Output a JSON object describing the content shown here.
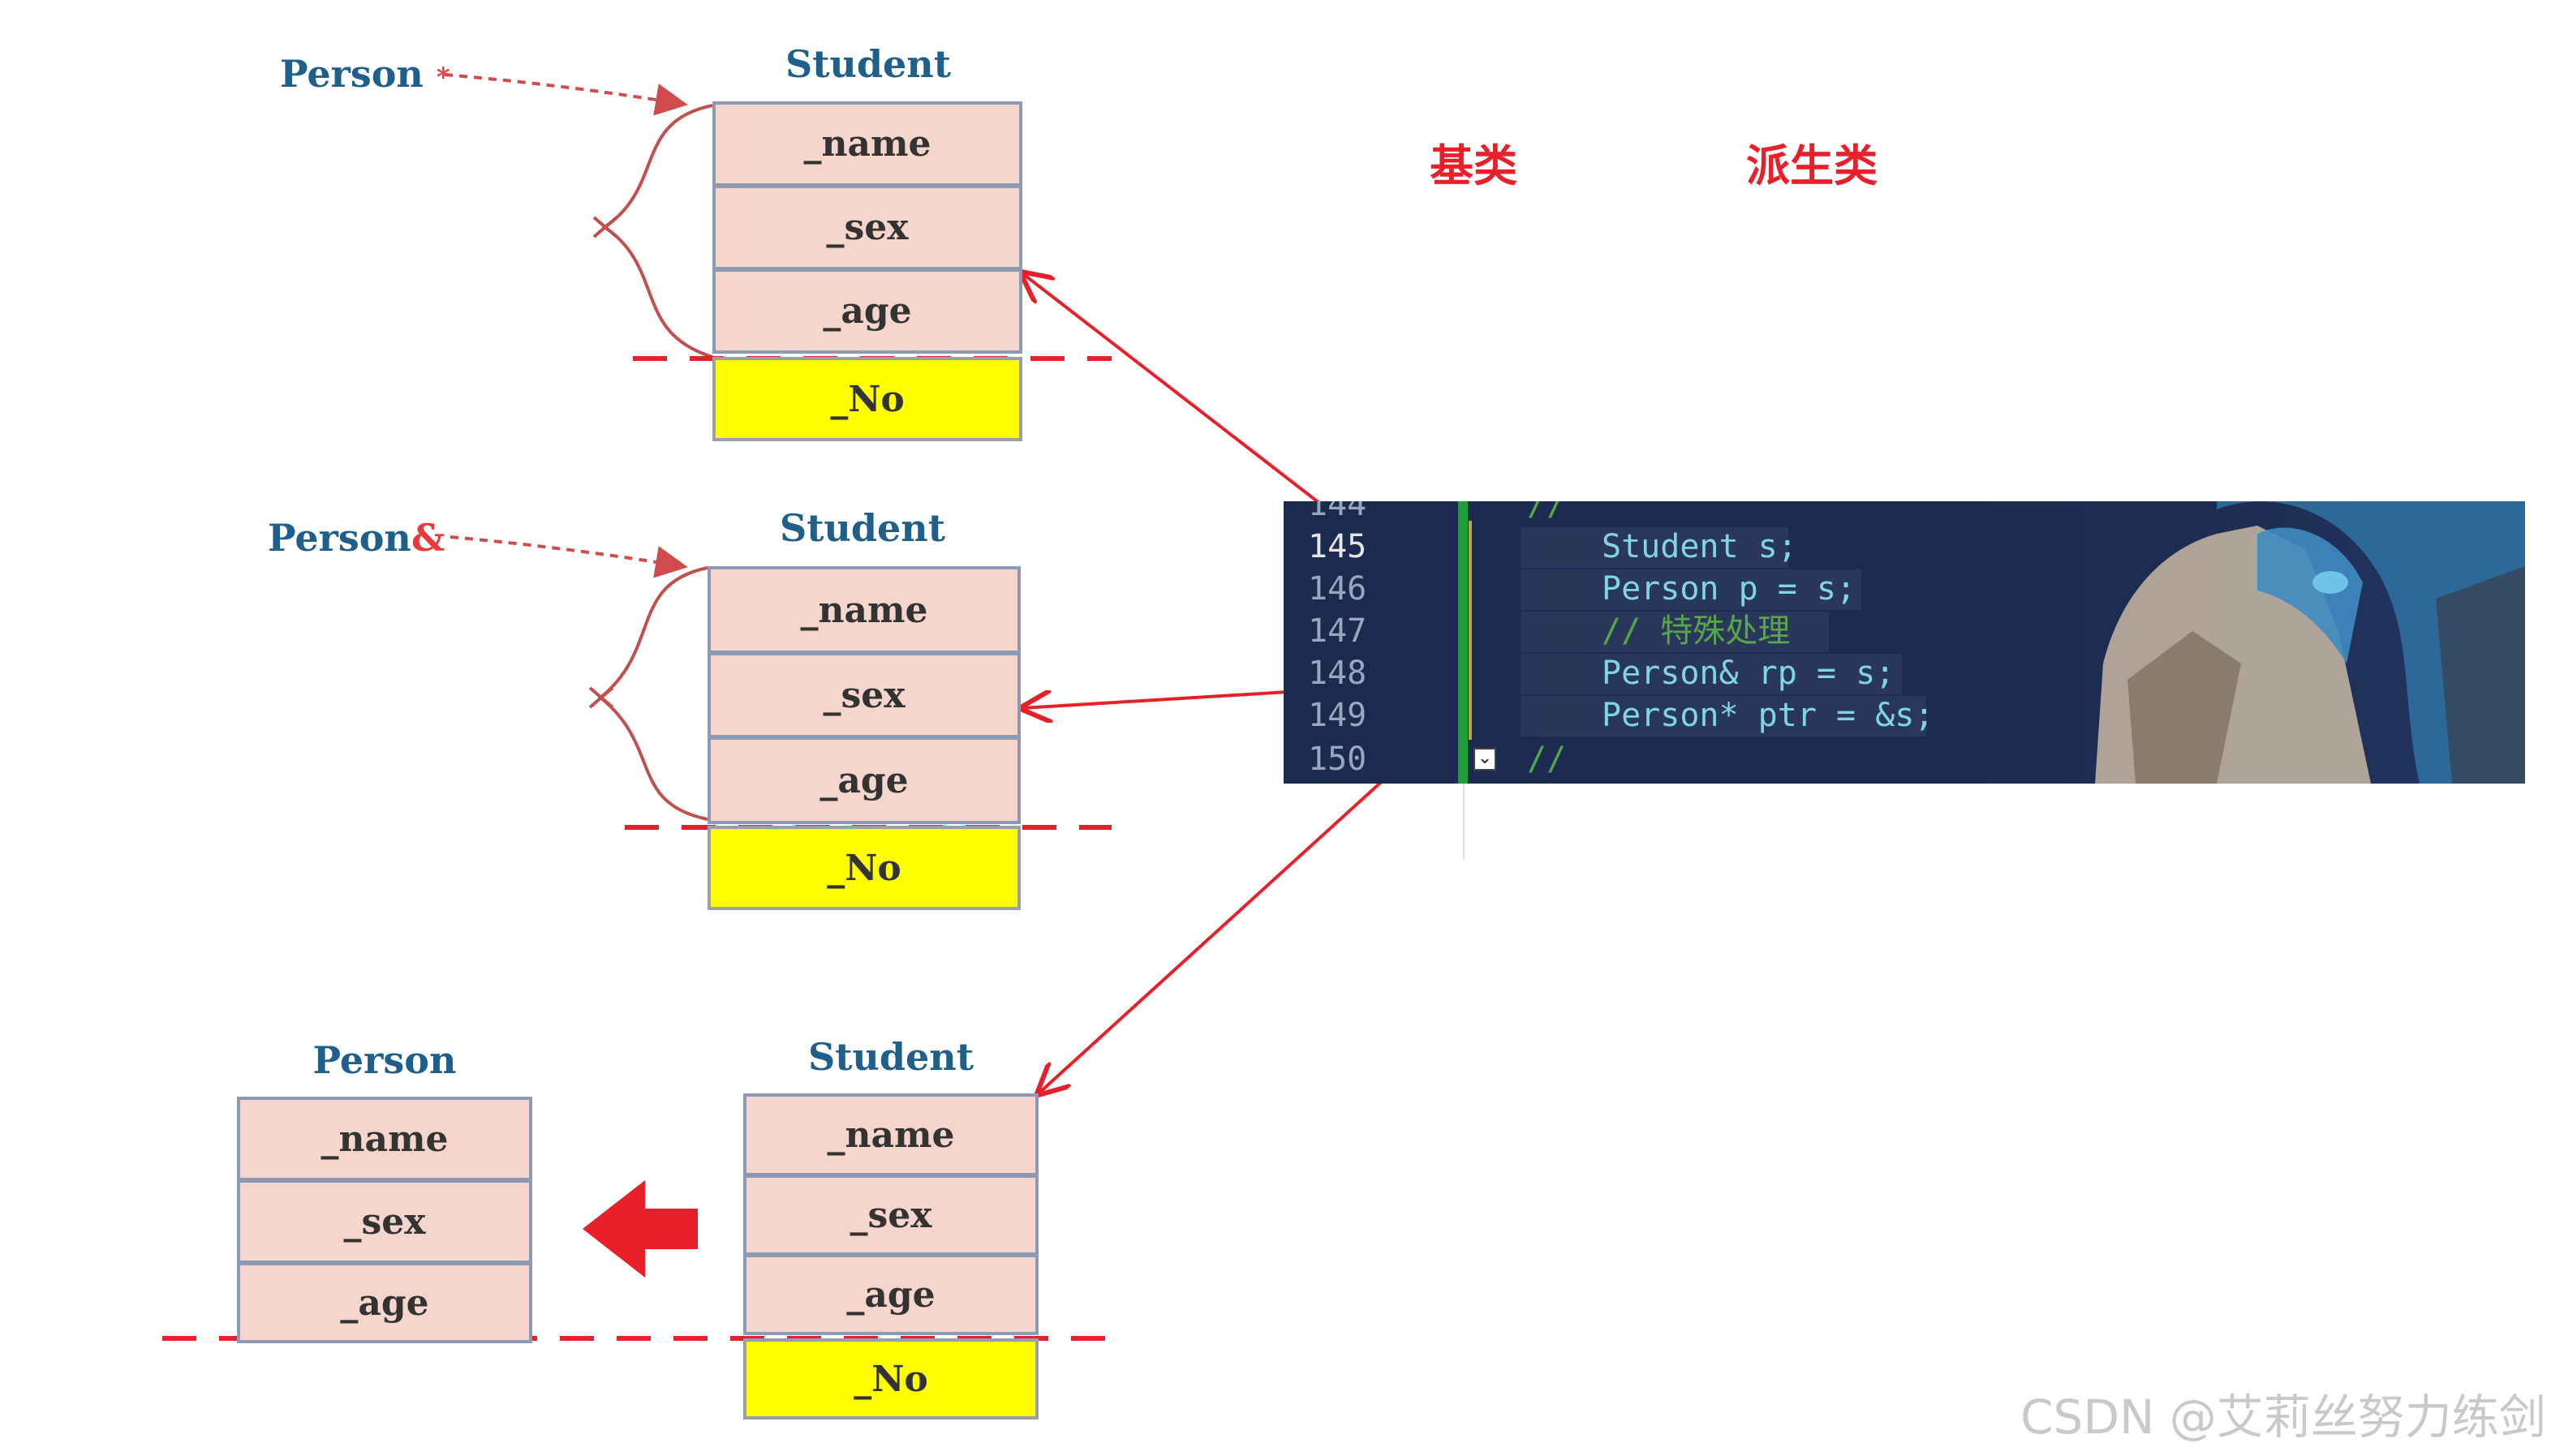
{
  "diagram": {
    "block1": {
      "pointer_label": "Person",
      "pointer_symbol": "*",
      "title": "Student",
      "fields": [
        "_name",
        "_sex",
        "_age"
      ],
      "derived_field": "_No"
    },
    "block2": {
      "pointer_label": "Person",
      "pointer_symbol": "&",
      "title": "Student",
      "fields": [
        "_name",
        "_sex",
        "_age"
      ],
      "derived_field": "_No"
    },
    "block3": {
      "person_title": "Person",
      "person_fields": [
        "_name",
        "_sex",
        "_age"
      ],
      "title": "Student",
      "fields": [
        "_name",
        "_sex",
        "_age"
      ],
      "derived_field": "_No"
    },
    "labels": {
      "base_class": "基类",
      "derived_class": "派生类"
    },
    "colors": {
      "arrow": "#e8202a",
      "base_cell": "#f6d5cc",
      "derived_cell": "#ffff00",
      "title": "#1f5f8b"
    }
  },
  "code": {
    "lines": [
      {
        "num": "144",
        "text": "//"
      },
      {
        "num": "145",
        "text": "Student s;"
      },
      {
        "num": "146",
        "text": "Person p = s;"
      },
      {
        "num": "147",
        "text": "// 特殊处理"
      },
      {
        "num": "148",
        "text": "Person& rp = s;"
      },
      {
        "num": "149",
        "text": "Person* ptr = &s;"
      },
      {
        "num": "150",
        "text": "//"
      }
    ],
    "fold_icon": "chevron-down-icon"
  },
  "watermark": "CSDN @艾莉丝努力练剑"
}
